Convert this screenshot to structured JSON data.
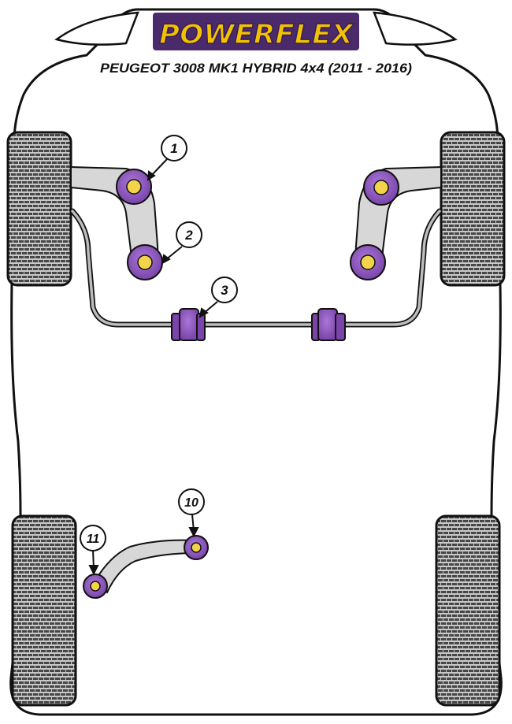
{
  "brand": {
    "logo_text": "POWERFLEX",
    "logo_fill": "#f2c200",
    "logo_bg": "#4a2a6a"
  },
  "title": "PEUGEOT 3008 MK1 HYBRID 4x4 (2011 - 2016)",
  "callouts": [
    {
      "number": "1",
      "target": "front-upper-bush"
    },
    {
      "number": "2",
      "target": "front-lower-bush"
    },
    {
      "number": "3",
      "target": "anti-roll-bar-bush"
    },
    {
      "number": "10",
      "target": "rear-outer-bush"
    },
    {
      "number": "11",
      "target": "rear-inner-bush"
    }
  ],
  "colors": {
    "bush_purple": "#8a55b8",
    "bush_core": "#f3d34a",
    "outline": "#111111",
    "arm_grey": "#d7d7d7",
    "tyre_dark": "#555555",
    "tyre_light": "#bdbdbd"
  }
}
